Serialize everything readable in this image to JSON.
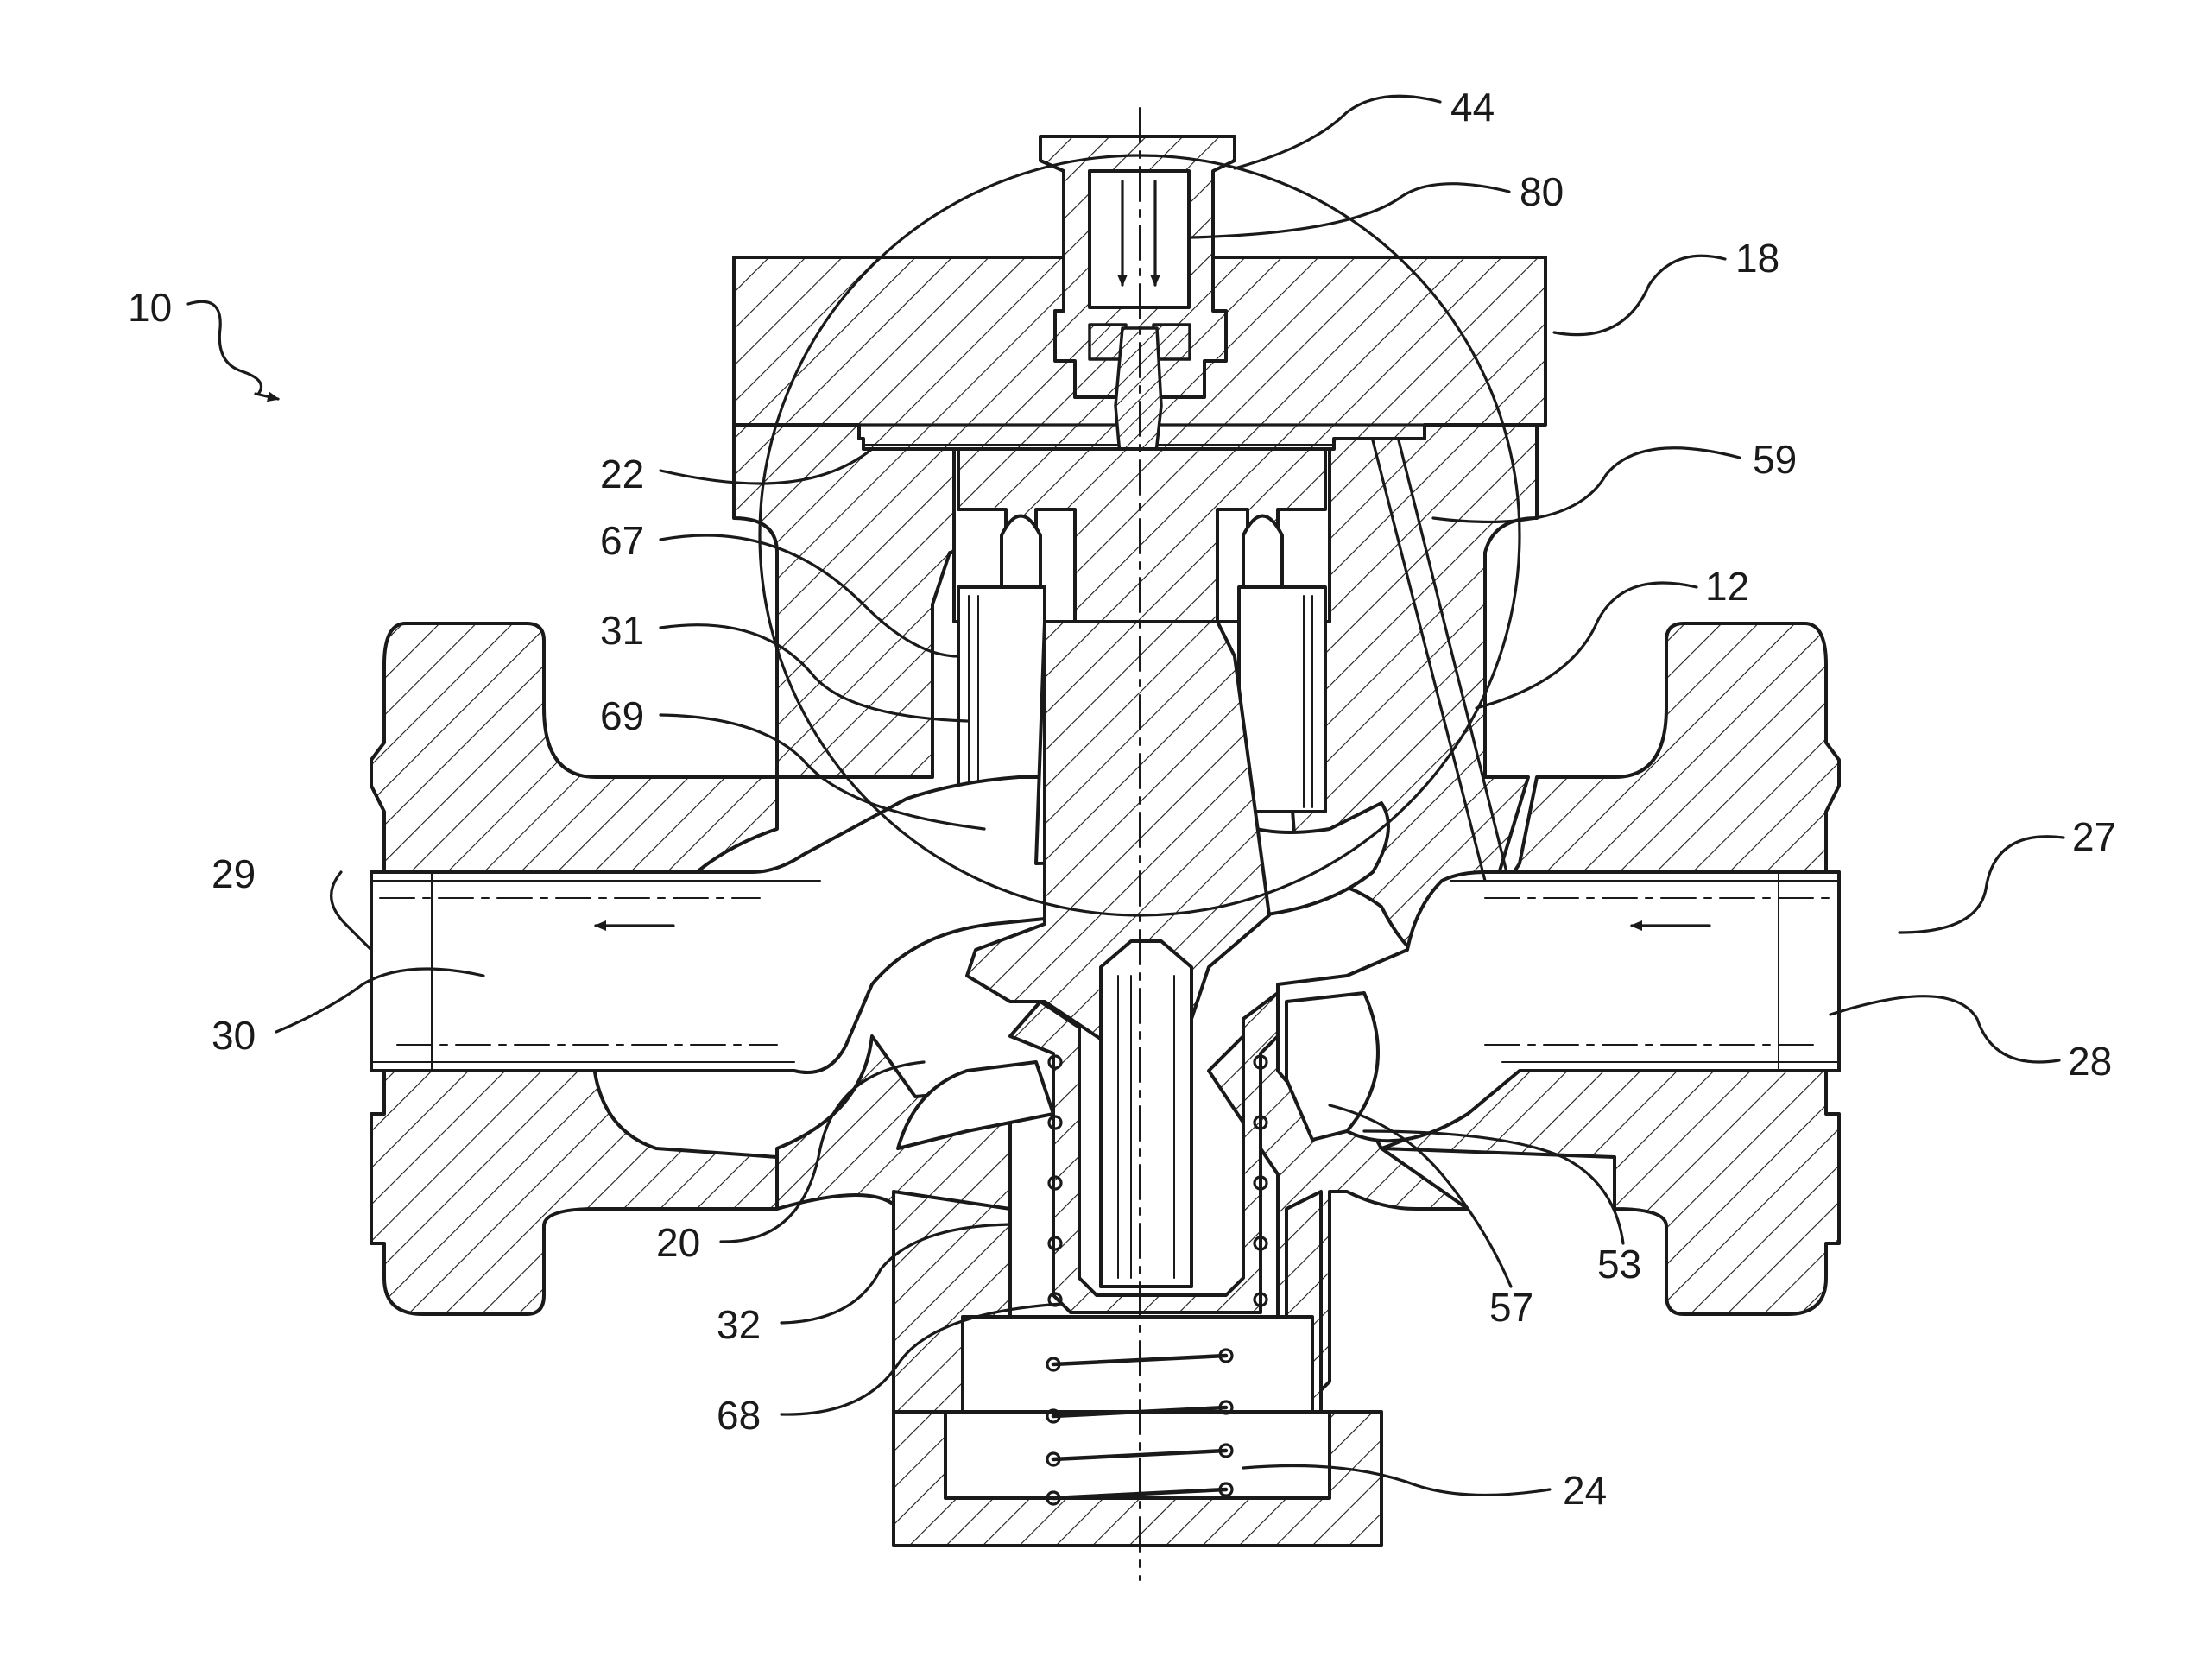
{
  "figure": {
    "reference_numerals": [
      {
        "id": "10",
        "text": "10"
      },
      {
        "id": "44",
        "text": "44"
      },
      {
        "id": "80",
        "text": "80"
      },
      {
        "id": "18",
        "text": "18"
      },
      {
        "id": "22",
        "text": "22"
      },
      {
        "id": "59",
        "text": "59"
      },
      {
        "id": "67",
        "text": "67"
      },
      {
        "id": "12",
        "text": "12"
      },
      {
        "id": "31",
        "text": "31"
      },
      {
        "id": "69",
        "text": "69"
      },
      {
        "id": "29",
        "text": "29"
      },
      {
        "id": "27",
        "text": "27"
      },
      {
        "id": "30",
        "text": "30"
      },
      {
        "id": "28",
        "text": "28"
      },
      {
        "id": "20",
        "text": "20"
      },
      {
        "id": "57",
        "text": "57"
      },
      {
        "id": "53",
        "text": "53"
      },
      {
        "id": "32",
        "text": "32"
      },
      {
        "id": "68",
        "text": "68"
      },
      {
        "id": "24",
        "text": "24"
      }
    ]
  }
}
